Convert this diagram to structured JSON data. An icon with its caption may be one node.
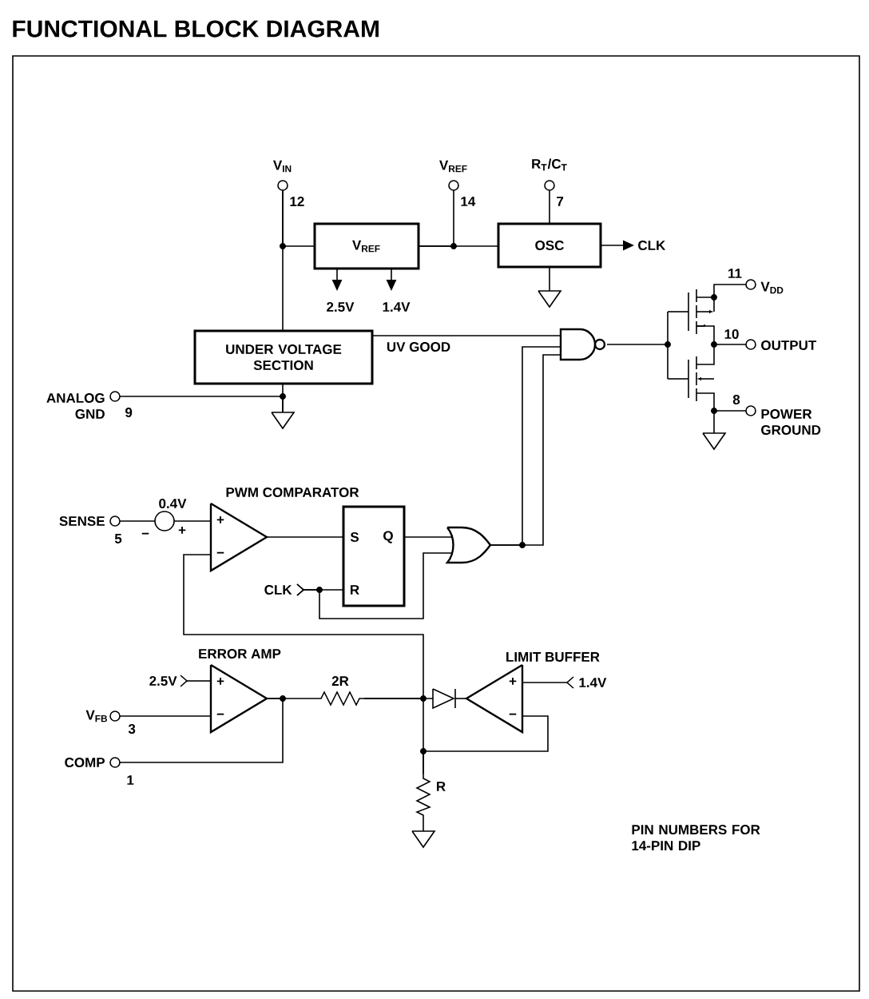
{
  "diagram": {
    "title": "FUNCTIONAL BLOCK DIAGRAM",
    "nodes": [
      {
        "text": [
          "V$_{REF}$"
        ]
      },
      {
        "text": [
          "OSC"
        ]
      },
      {
        "text": [
          "UNDER VOLTAGE SECTION"
        ]
      },
      {
        "text": [],
        "shape": "gate"
      },
      {
        "text": [],
        "shape": "transistor"
      },
      {
        "text": [
          "PWM COMPARATOR",
          "+",
          "−"
        ]
      },
      {
        "text": [
          "S",
          "Q",
          "R"
        ]
      },
      {
        "text": [],
        "shape": "gate"
      },
      {
        "text": [
          "ERROR AMP",
          "+",
          "−"
        ]
      },
      {
        "text": [
          "2R"
        ]
      },
      {
        "text": [],
        "shape": "diode"
      },
      {
        "text": [
          "LIMIT BUFFER",
          "+",
          "−"
        ]
      },
      {
        "text": [
          "R"
        ]
      },
      {
        "text": [
          "V$_{IN}$",
          "12"
        ]
      },
      {
        "text": [
          "V$_{REF}$",
          "14"
        ]
      },
      {
        "text": [
          "R$_{T}$/C$_{T}$",
          "7"
        ]
      },
      {
        "text": [
          "11",
          "V$_{DD}$"
        ]
      },
      {
        "text": [
          "10",
          "OUTPUT"
        ]
      },
      {
        "text": [
          "8",
          "POWER GROUND"
        ]
      },
      {
        "text": [
          "ANALOG GND",
          "9"
        ]
      },
      {
        "text": [
          "SENSE",
          "5"
        ]
      },
      {
        "text": [
          "0.4V",
          "−",
          "+"
        ]
      },
      {
        "text": [
          "V$_{FB}$",
          "3"
        ]
      },
      {
        "text": [
          "COMP",
          "1"
        ]
      },
      {
        "text": [
          "2.5V"
        ]
      },
      {
        "text": [
          "1.4V"
        ]
      },
      {
        "text": [
          "CLK"
        ]
      },
      {
        "text": [
          "CLK"
        ]
      },
      {
        "text": [
          "2.5V"
        ]
      },
      {
        "text": [
          "1.4V"
        ]
      },
      {
        "text": [],
        "shape": "ground"
      },
      {
        "text": [],
        "shape": "ground"
      },
      {
        "text": [],
        "shape": "ground"
      },
      {
        "text": [],
        "shape": "ground"
      }
    ],
    "edges": [
      {
        "from": 13,
        "to": 2,
        "arrow": "none"
      },
      {
        "from": 13,
        "to": 0,
        "arrow": "none"
      },
      {
        "from": 0,
        "to": 14,
        "arrow": "none"
      },
      {
        "from": 0,
        "to": 1,
        "arrow": "none"
      },
      {
        "from": 15,
        "to": 1,
        "arrow": "none"
      },
      {
        "from": 1,
        "to": 30,
        "arrow": "none"
      },
      {
        "from": 1,
        "to": 26,
        "arrow": "to"
      },
      {
        "from": 0,
        "to": 24,
        "arrow": "to"
      },
      {
        "from": 0,
        "to": 25,
        "arrow": "to"
      },
      {
        "from": 2,
        "to": 3,
        "arrow": "none",
        "label": "UV GOOD"
      },
      {
        "from": 19,
        "to": 31,
        "arrow": "none"
      },
      {
        "from": 2,
        "to": 31,
        "arrow": "none"
      },
      {
        "from": 3,
        "to": 4,
        "arrow": "none"
      },
      {
        "from": 4,
        "to": 16,
        "arrow": "none"
      },
      {
        "from": 4,
        "to": 17,
        "arrow": "none"
      },
      {
        "from": 4,
        "to": 18,
        "arrow": "none"
      },
      {
        "from": 4,
        "to": 32,
        "arrow": "none"
      },
      {
        "from": 7,
        "to": 3,
        "arrow": "none"
      },
      {
        "from": 7,
        "to": 3,
        "arrow": "none"
      },
      {
        "from": 20,
        "to": 21,
        "arrow": "none"
      },
      {
        "from": 21,
        "to": 5,
        "arrow": "none"
      },
      {
        "from": 5,
        "to": 6,
        "arrow": "none"
      },
      {
        "from": 6,
        "to": 7,
        "arrow": "none"
      },
      {
        "from": 27,
        "to": 6,
        "arrow": "other"
      },
      {
        "from": 27,
        "to": 7,
        "arrow": "other"
      },
      {
        "from": 8,
        "to": 9,
        "arrow": "none"
      },
      {
        "from": 9,
        "to": 10,
        "arrow": "none"
      },
      {
        "from": 9,
        "to": 5,
        "arrow": "none"
      },
      {
        "from": 9,
        "to": 12,
        "arrow": "none"
      },
      {
        "from": 10,
        "to": 11,
        "arrow": "none"
      },
      {
        "from": 11,
        "to": 12,
        "arrow": "none"
      },
      {
        "from": 29,
        "to": 11,
        "arrow": "other"
      },
      {
        "from": 28,
        "to": 8,
        "arrow": "other"
      },
      {
        "from": 22,
        "to": 8,
        "arrow": "none"
      },
      {
        "from": 23,
        "to": 8,
        "arrow": "none"
      },
      {
        "from": 12,
        "to": 33,
        "arrow": "none"
      }
    ],
    "labels": [
      "PIN NUMBERS FOR 14-PIN DIP"
    ]
  }
}
